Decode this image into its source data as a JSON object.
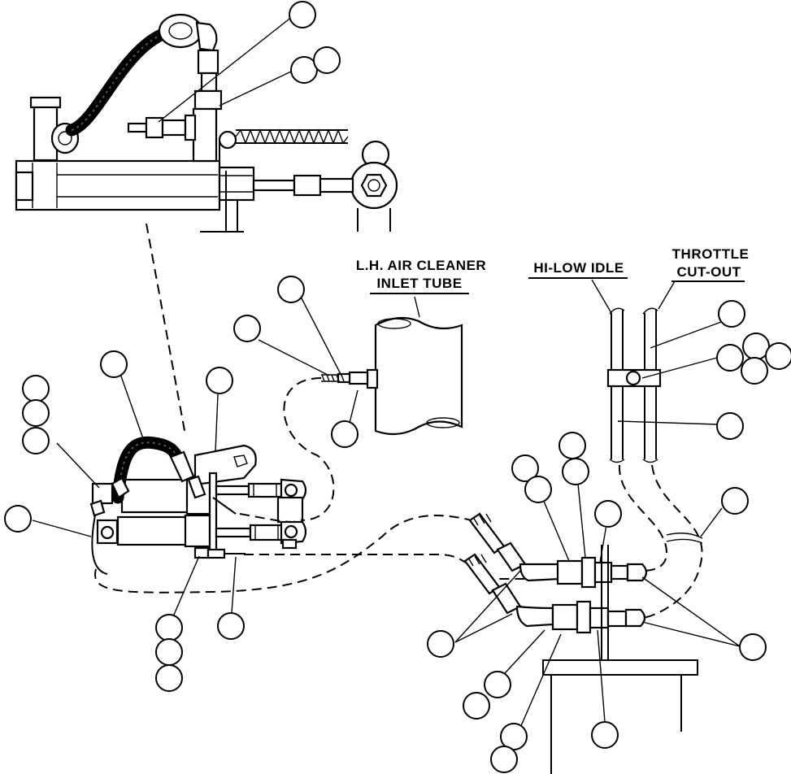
{
  "labels": {
    "air_cleaner_line1": "L.H. AIR CLEANER",
    "air_cleaner_line2": "INLET TUBE",
    "hi_low_idle": "HI-LOW IDLE",
    "throttle_line1": "THROTTLE",
    "throttle_line2": "CUT-OUT"
  },
  "callouts": [
    {
      "id": "b1"
    },
    {
      "id": "b2"
    },
    {
      "id": "b3"
    },
    {
      "id": "b4"
    },
    {
      "id": "b5"
    },
    {
      "id": "b6"
    },
    {
      "id": "b7"
    },
    {
      "id": "b8"
    },
    {
      "id": "b9"
    },
    {
      "id": "b10"
    },
    {
      "id": "b11"
    },
    {
      "id": "b12"
    },
    {
      "id": "b13"
    },
    {
      "id": "b14"
    },
    {
      "id": "b15"
    },
    {
      "id": "b16"
    },
    {
      "id": "b17"
    },
    {
      "id": "b18"
    },
    {
      "id": "b19"
    },
    {
      "id": "b20"
    },
    {
      "id": "b21"
    },
    {
      "id": "b22"
    },
    {
      "id": "b23"
    },
    {
      "id": "b24"
    },
    {
      "id": "b25"
    },
    {
      "id": "b26"
    },
    {
      "id": "b27"
    },
    {
      "id": "b28"
    },
    {
      "id": "b29"
    },
    {
      "id": "b30"
    },
    {
      "id": "b31"
    },
    {
      "id": "b32"
    },
    {
      "id": "b33"
    },
    {
      "id": "b34"
    },
    {
      "id": "b35"
    },
    {
      "id": "b36"
    },
    {
      "id": "b37"
    },
    {
      "id": "b38"
    },
    {
      "id": "b39"
    }
  ]
}
